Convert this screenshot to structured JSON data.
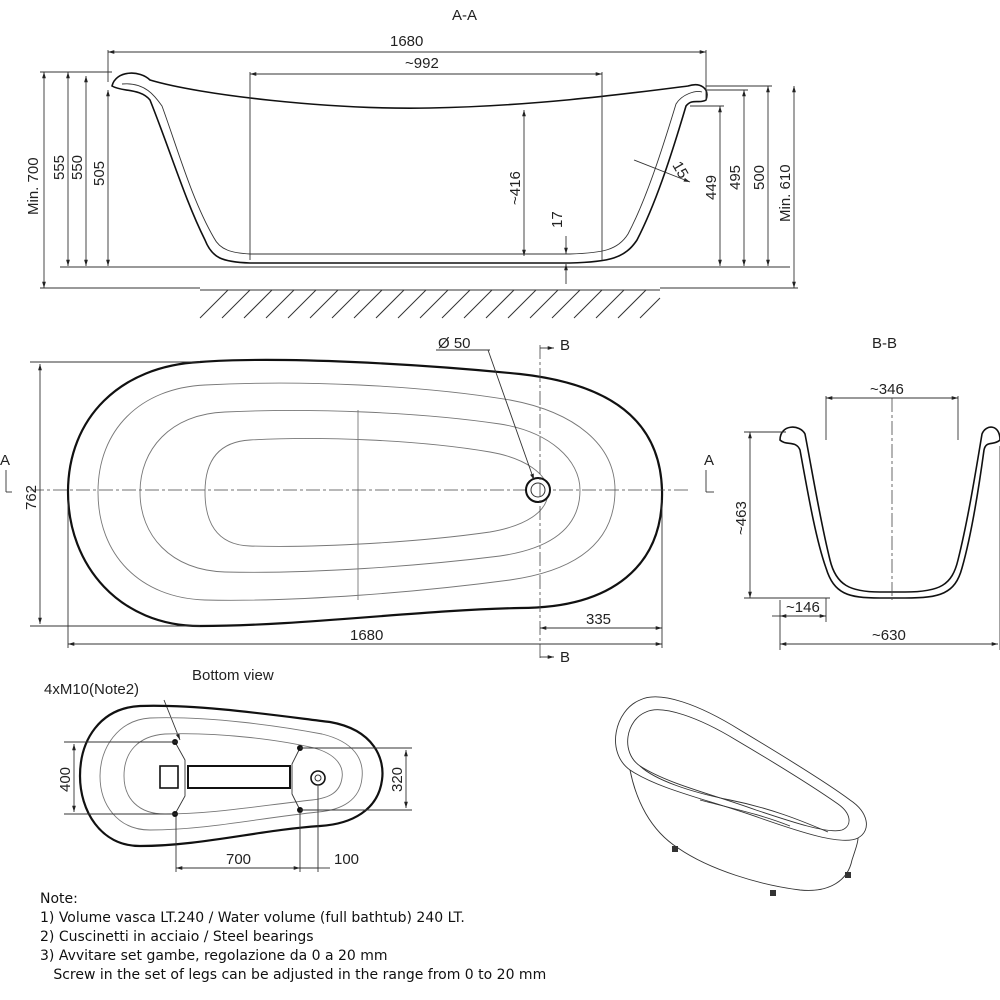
{
  "section_aa": {
    "title": "A-A",
    "dims": {
      "length": "1680",
      "inner_length": "~992",
      "min_700": "Min. 700",
      "h555": "555",
      "h550": "550",
      "h505": "505",
      "depth": "~416",
      "bottom": "17",
      "wall": "15",
      "h449": "449",
      "h495": "495",
      "h500": "500",
      "min_610": "Min. 610"
    }
  },
  "top_view": {
    "drain": "Ø 50",
    "section_b": "B",
    "section_b_bottom": "B",
    "section_a_left": "A",
    "section_a_right": "A",
    "width": "762",
    "length": "1680",
    "drain_offset": "335"
  },
  "section_bb": {
    "title": "B-B",
    "dims": {
      "top": "~346",
      "depth": "~463",
      "base": "~146",
      "width": "~630"
    }
  },
  "bottom_view": {
    "title": "Bottom view",
    "note_label": "4xM10(Note2)",
    "dims": {
      "h400": "400",
      "h320": "320",
      "l700": "700",
      "l100": "100"
    }
  },
  "notes": {
    "heading": "Note:",
    "line1": "1) Volume vasca LT.240 / Water volume (full bathtub) 240 LT.",
    "line2": "2) Cuscinetti in acciaio / Steel bearings",
    "line3": "3) Avvitare set gambe, regolazione da 0 a 20 mm",
    "line4": "   Screw in the set of legs can be adjusted in the range from 0 to 20 mm"
  }
}
